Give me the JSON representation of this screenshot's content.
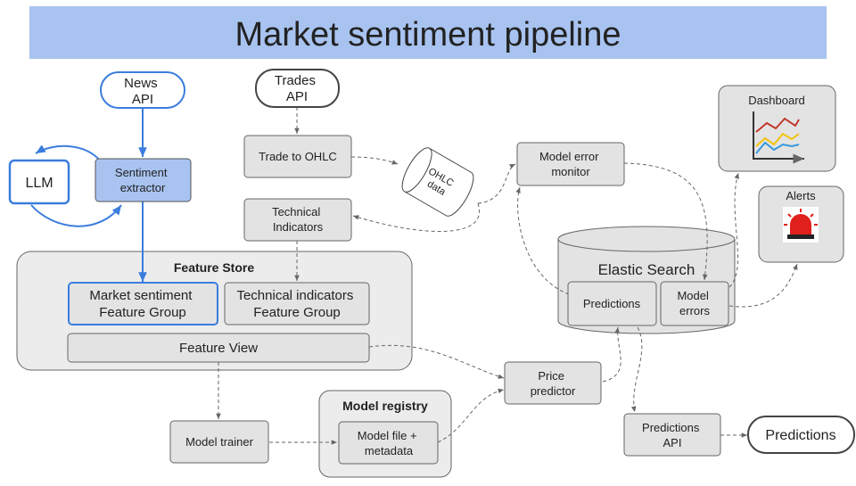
{
  "title": "Market sentiment pipeline",
  "sources": {
    "news_api": [
      "News",
      "API"
    ],
    "trades_api": [
      "Trades",
      "API"
    ]
  },
  "llm": "LLM",
  "sentiment_extractor": [
    "Sentiment",
    "extractor"
  ],
  "trade_to_ohlc": "Trade to OHLC",
  "ohlc_data": [
    "OHLC",
    "data"
  ],
  "technical_indicators": [
    "Technical",
    "Indicators"
  ],
  "feature_store": {
    "title": "Feature Store",
    "market_sentiment_group": [
      "Market sentiment",
      "Feature Group"
    ],
    "technical_group": [
      "Technical indicators",
      "Feature Group"
    ],
    "feature_view": "Feature View"
  },
  "model_trainer": "Model trainer",
  "model_registry": {
    "title": "Model registry",
    "model_file": [
      "Model file +",
      "metadata"
    ]
  },
  "price_predictor": [
    "Price",
    "predictor"
  ],
  "model_error_monitor": [
    "Model error",
    "monitor"
  ],
  "elastic_search": {
    "title": "Elastic Search",
    "predictions": "Predictions",
    "model_errors": [
      "Model",
      "errors"
    ]
  },
  "dashboard": "Dashboard",
  "alerts": "Alerts",
  "predictions_api": [
    "Predictions",
    "API"
  ],
  "predictions_out": "Predictions",
  "colors": {
    "title_bg": "#a8c3f0",
    "accent_blue": "#3b7ddd",
    "node_fill": "#e3e3e3",
    "chart_red": "#c0392b",
    "chart_yellow": "#f1c40f",
    "chart_blue": "#3498db",
    "alarm_red": "#e0201a"
  }
}
